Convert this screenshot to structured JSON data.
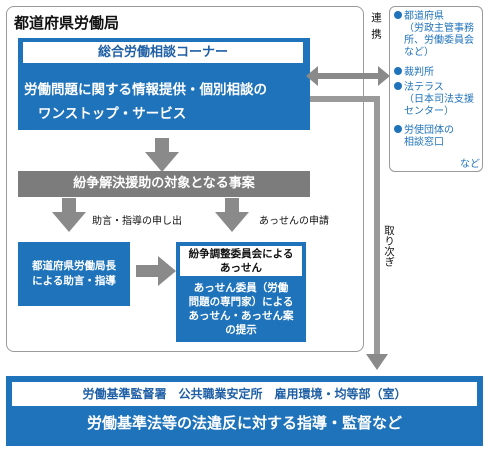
{
  "bureau": {
    "title": "都道府県労働局",
    "consult_header": "総合労働相談コーナー",
    "consult_line1": "労働問題に関する情報提供・個別相談の",
    "consult_line2": "ワンストップ・サービス",
    "dispute_banner": "紛争解決援助の対象となる事案",
    "label_advice_request": "助言・指導の申し出",
    "label_mediation_request": "あっせんの申請",
    "director_line1": "都道府県労働局長",
    "director_line2": "による助言・指導",
    "committee_header_line1": "紛争調整委員会による",
    "committee_header_line2": "あっせん",
    "committee_body_line1": "あっせん委員（労働",
    "committee_body_line2": "問題の専門家）による",
    "committee_body_line3": "あっせん・あっせん案",
    "committee_body_line4": "の提示"
  },
  "links": {
    "renkei": "連携",
    "toritsugi": "取り次ぎ"
  },
  "partners": {
    "item1_line1": "都道府県",
    "item1_line2": "（労政主管事務",
    "item1_line3": "所、労働委員会",
    "item1_line4": "など）",
    "item2": "裁判所",
    "item3_line1": "法テラス",
    "item3_line2": "（日本司法支援",
    "item3_line3": "センター）",
    "item4_line1": "労使団体の",
    "item4_line2": "相談窓口",
    "etc": "など"
  },
  "bottom": {
    "header": "労働基準監督署　公共職業安定所　雇用環境・均等部（室）",
    "main": "労働基準法等の法違反に対する指導・監督など"
  },
  "colors": {
    "blue": "#1f73bb",
    "gray": "#7c7c7c",
    "border_gray": "#9a9a9a"
  }
}
